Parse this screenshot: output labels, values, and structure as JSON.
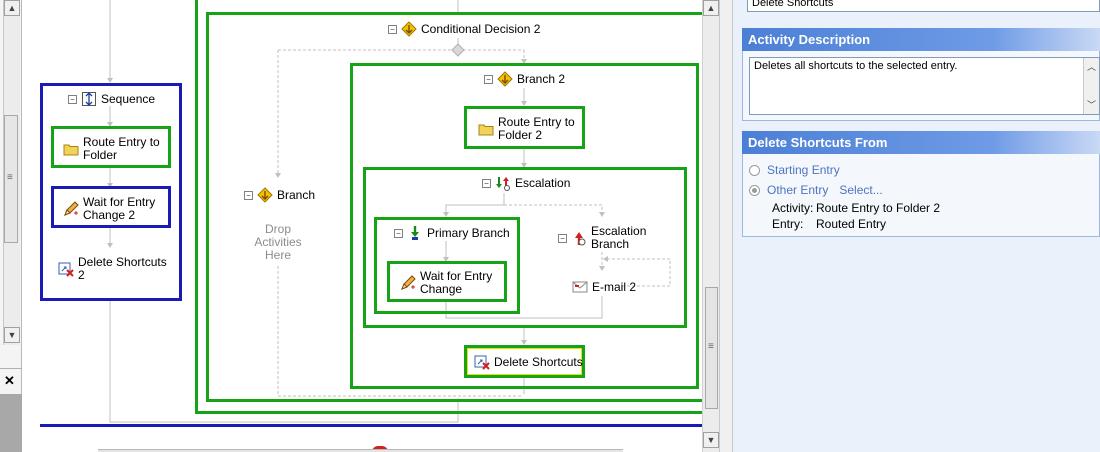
{
  "workflow": {
    "conditional_decision": "Conditional Decision 2",
    "sequence": {
      "title": "Sequence",
      "items": [
        "Route Entry to Folder",
        "Wait for Entry Change 2",
        "Delete Shortcuts 2"
      ]
    },
    "branch": {
      "title": "Branch",
      "placeholder": "Drop Activities Here"
    },
    "branch2": {
      "title": "Branch 2",
      "route": "Route Entry to Folder 2",
      "escalation": {
        "title": "Escalation",
        "primary_branch": "Primary Branch",
        "wait": "Wait for Entry Change",
        "escalation_branch": "Escalation Branch",
        "email": "E-mail 2"
      },
      "delete": "Delete Shortcuts"
    }
  },
  "panel": {
    "top_field_value": "Delete Shortcuts",
    "description_title": "Activity Description",
    "description_text": "Deletes all shortcuts to the selected entry.",
    "from_title": "Delete Shortcuts From",
    "option_starting": "Starting Entry",
    "option_other": "Other Entry",
    "select_link": "Select...",
    "activity_label": "Activity:",
    "activity_value": "Route Entry to Folder 2",
    "entry_label": "Entry:",
    "entry_value": "Routed Entry"
  },
  "icons": {
    "collapse": "minus-icon",
    "sequence": "sequence-icon",
    "decision": "diamond-decision-icon",
    "folder": "folder-icon",
    "pencil": "pencil-icon",
    "delete_shortcut": "delete-shortcut-icon",
    "escalation": "escalation-icon",
    "email": "email-icon"
  },
  "colors": {
    "selected_border": "#17a317",
    "sequence_border": "#1a1ab8",
    "panel_header": "#4b7fd6"
  }
}
